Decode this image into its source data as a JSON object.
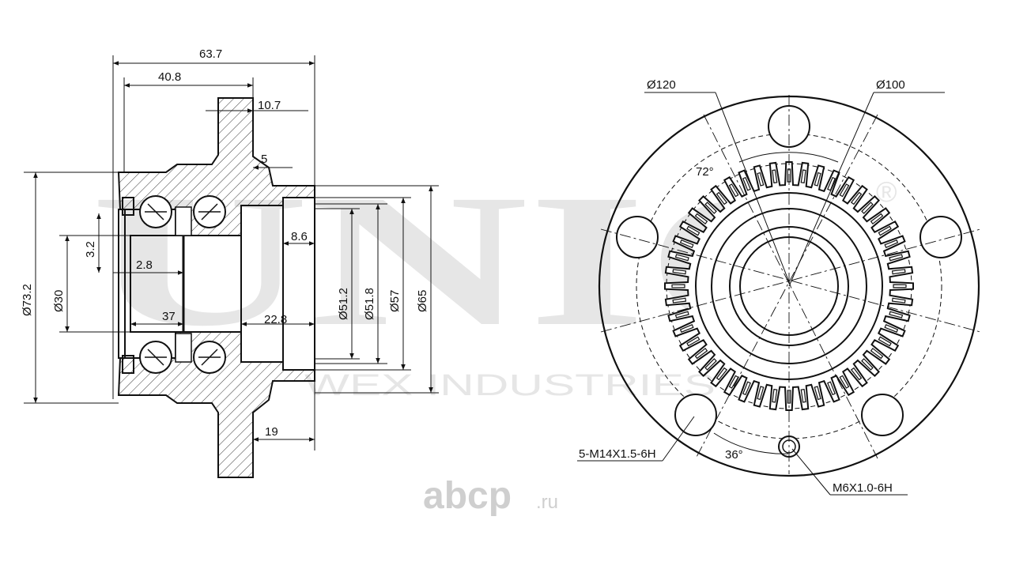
{
  "watermark": {
    "brand": "UNIQ",
    "tagline": "WEX INDUSTRIES",
    "registered_mark": "®",
    "site_name": "abcp",
    "site_tld": ".ru",
    "brand_color": "#e6e6e6",
    "site_color": "#cfcfcf"
  },
  "side_view": {
    "overall_length": "63.7",
    "flange_position": "40.8",
    "flange_thickness": "10.7",
    "shoulder_width": "5",
    "bore_step": "8.6",
    "seal_offset": "3.2",
    "snap_ring_width": "2.8",
    "bearing_width": "37",
    "spigot_length": "22.8",
    "flange_lip": "19",
    "dia_outer": "Ø73.2",
    "dia_bore": "Ø30",
    "dia_spigot_1": "Ø51.2",
    "dia_spigot_2": "Ø51.8",
    "dia_spigot_3": "Ø57",
    "dia_spigot_4": "Ø65"
  },
  "front_view": {
    "pcd_outer": "Ø120",
    "pcd_bolt": "Ø100",
    "bolt_angle": "72°",
    "hole_angle": "36°",
    "stud_thread": "5-M14X1.5-6H",
    "screw_thread": "M6X1.0-6H",
    "abs_tooth_count": 48
  }
}
